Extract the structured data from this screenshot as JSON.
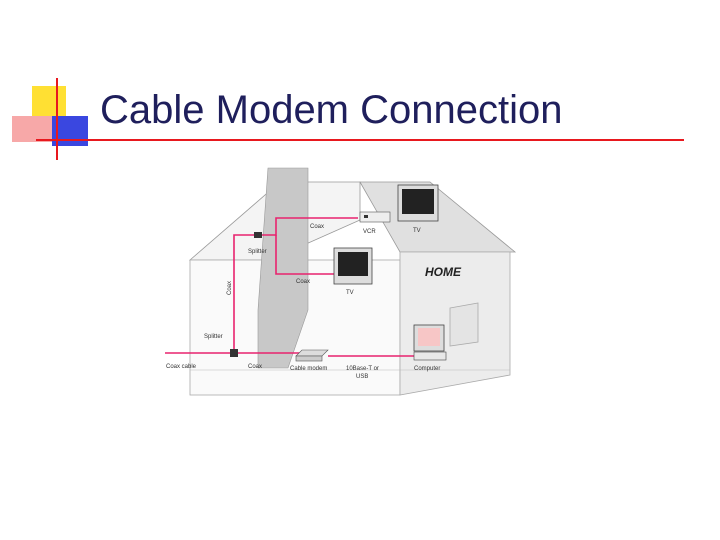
{
  "slide": {
    "title": "Cable Modem Connection"
  },
  "diagram": {
    "home_label": "HOME",
    "labels": {
      "coax_top": "Coax",
      "vcr": "VCR",
      "tv_top": "TV",
      "splitter_top": "Splitter",
      "coax_vertical": "Coax",
      "coax_middle": "Coax",
      "tv_middle": "TV",
      "splitter_bottom": "Splitter",
      "coax_cable": "Coax cable",
      "coax_bottom": "Coax",
      "cable_modem": "Cable modem",
      "tenbase_line1": "10Base-T or",
      "tenbase_line2": "USB",
      "computer": "Computer"
    },
    "colors": {
      "cable": "#e8236e",
      "title": "#1f1f5c",
      "accent_red": "#e8181e",
      "accent_yellow": "#ffe033",
      "accent_blue": "#2b3bd8",
      "accent_pink": "#f7a8a8"
    }
  }
}
